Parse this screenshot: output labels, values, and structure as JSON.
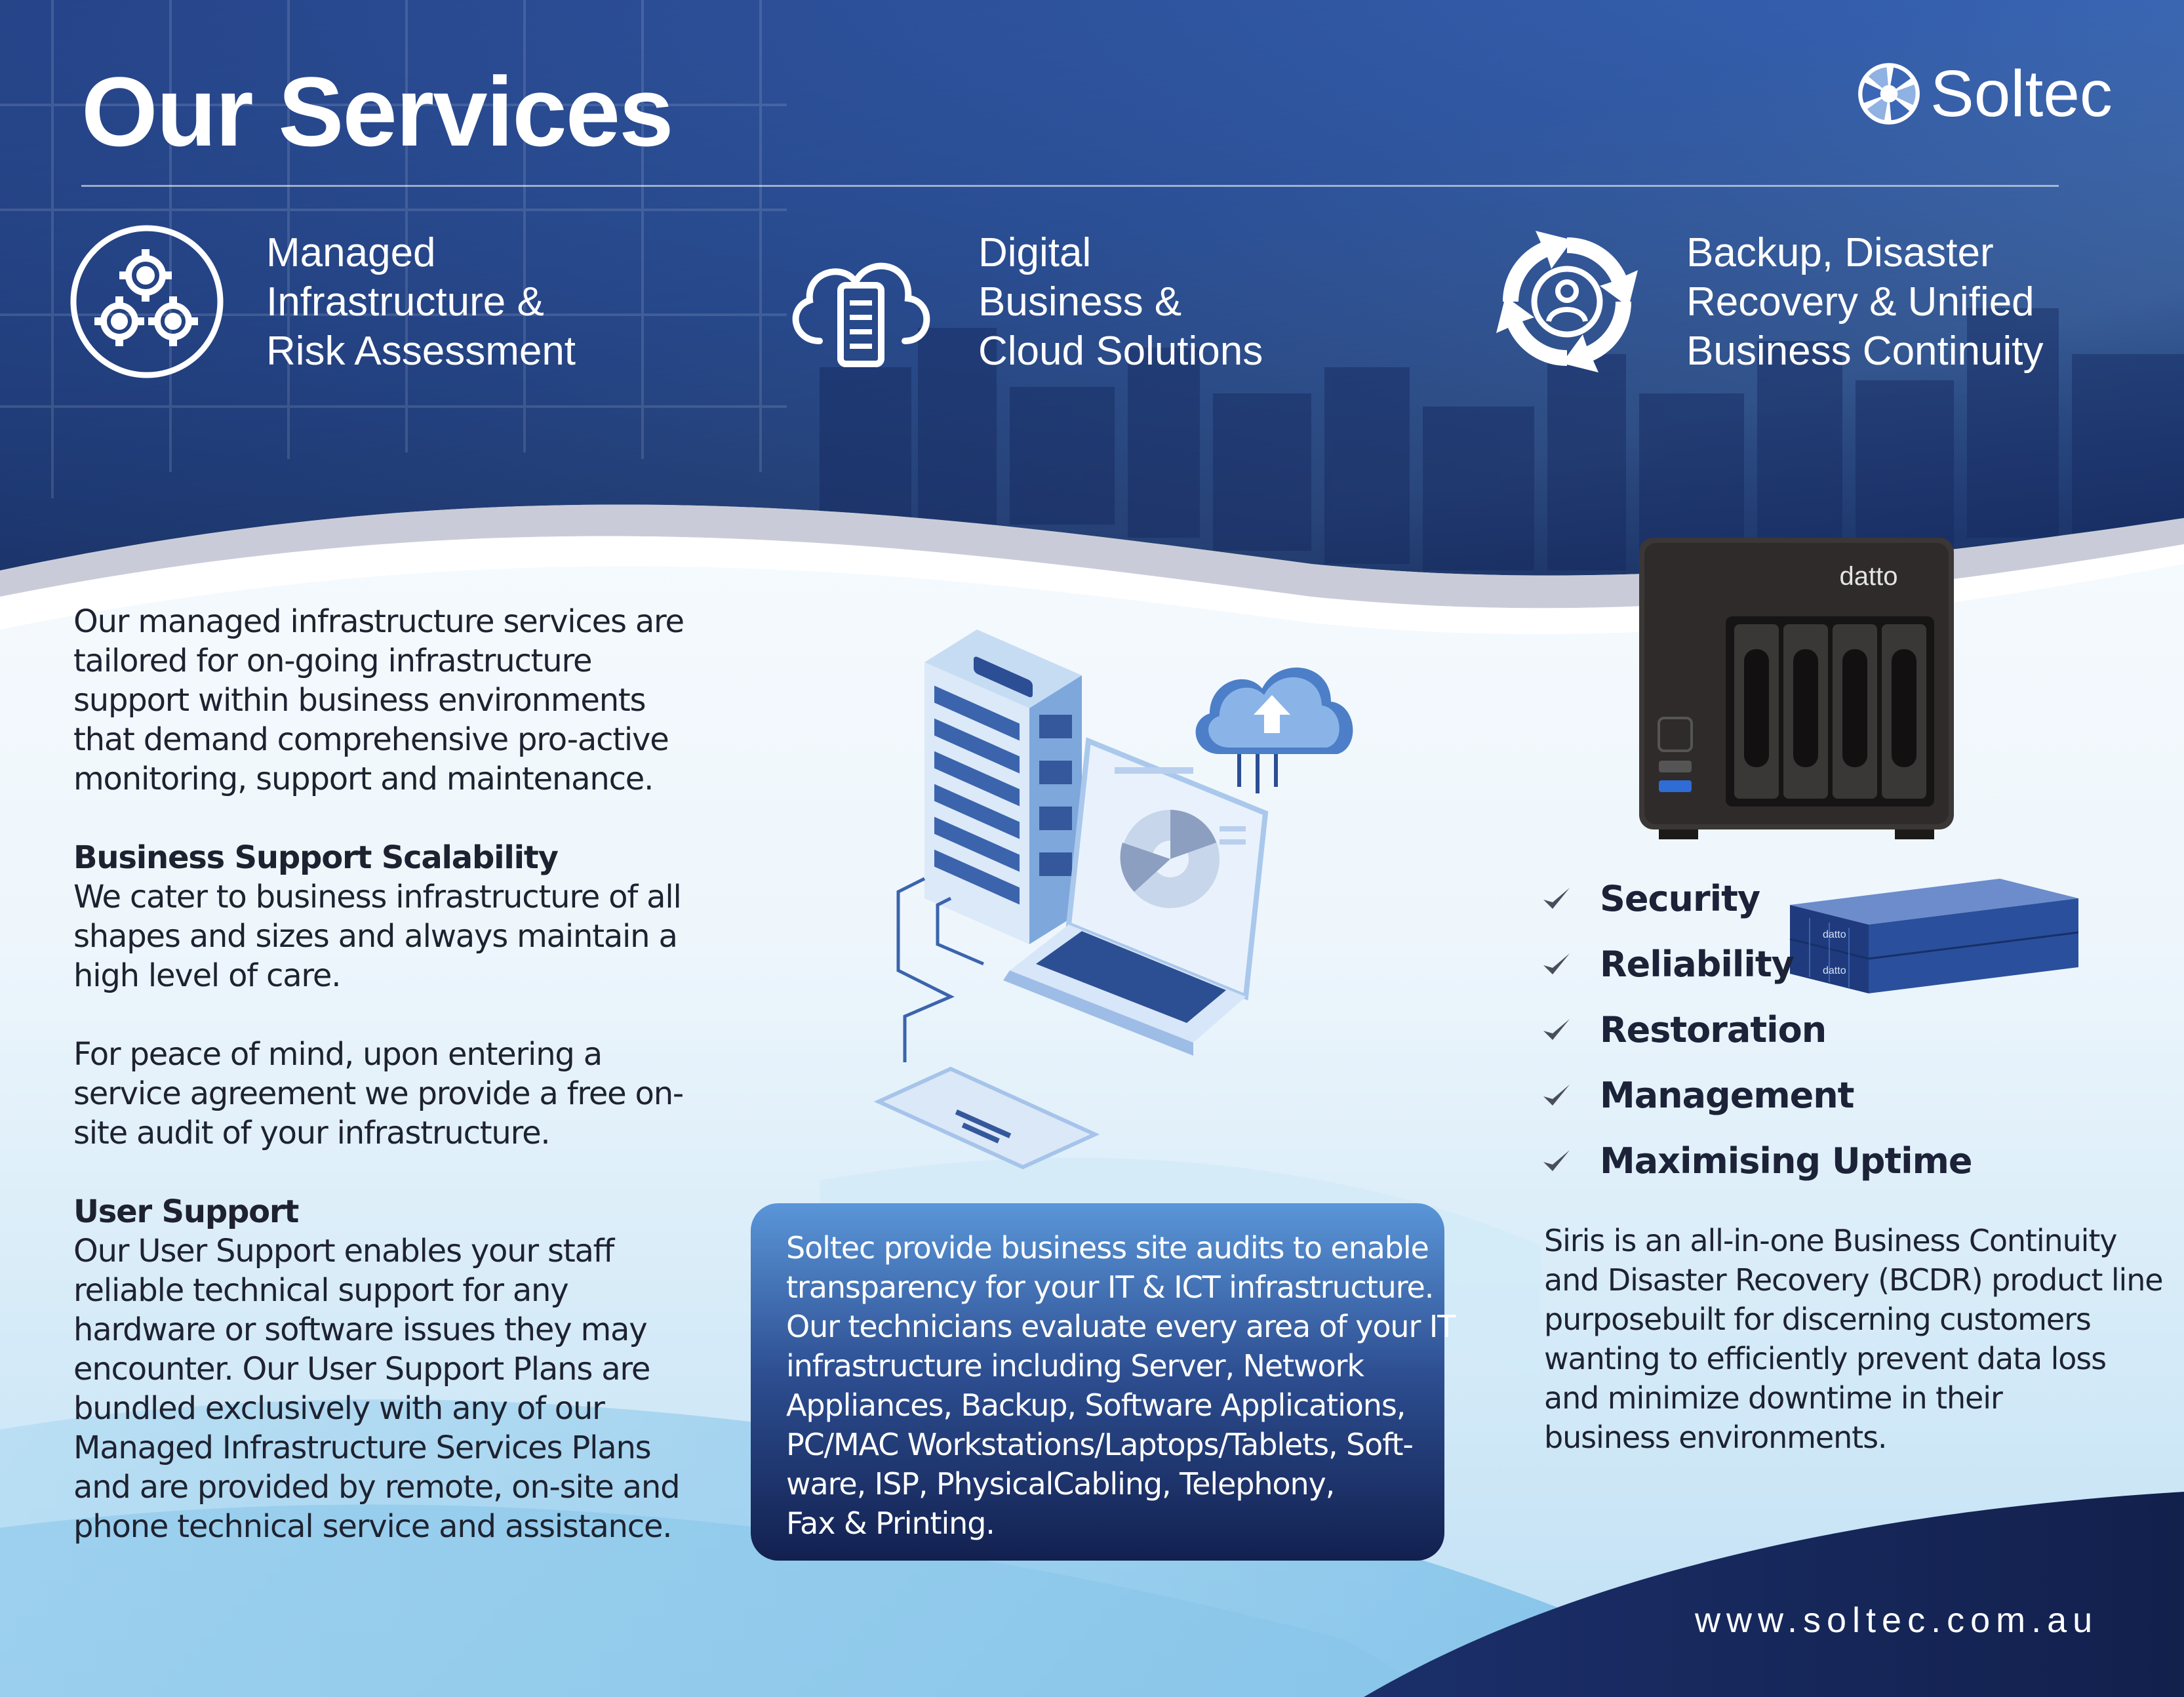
{
  "colors": {
    "header_dark": "#1a2f6b",
    "header_mid": "#3a66b8",
    "header_light": "#5d93d6",
    "box_top": "#5a96d8",
    "box_bottom": "#12204f",
    "navy": "#13204c",
    "text": "#1e2230",
    "white": "#ffffff"
  },
  "header": {
    "title": "Our Services",
    "logo_icon": "aperture-icon",
    "logo_text": "Soltec"
  },
  "services": [
    {
      "icon": "gears-icon",
      "lines": [
        "Managed",
        "Infrastructure &",
        "Risk Assessment"
      ]
    },
    {
      "icon": "cloud-server-icon",
      "lines": [
        "Digital",
        "Business &",
        "Cloud Solutions"
      ]
    },
    {
      "icon": "cycle-user-icon",
      "lines": [
        "Backup, Disaster",
        "Recovery & Unified",
        "Business Continuity"
      ]
    }
  ],
  "left": {
    "intro": "Our managed infrastructure services are tailored for on-going infrastructure support within business environments that demand comprehensive pro-active monitoring, support and maintenance.",
    "scalability_heading": "Business Support Scalability",
    "scalability_text": "We cater to business infrastructure of all shapes and sizes and always maintain a high level of care.",
    "audit_text": "For peace of mind, upon entering a service agreement we provide a free on-site audit of your infrastructure.",
    "user_support_heading": "User Support",
    "user_support_text": "Our User Support enables your staff reliable technical support for any hardware or software issues they may encounter. Our User Support Plans are bundled exclusively with any of our Managed Infrastructure Services Plans and are provided by remote, on-site and phone technical service and assistance."
  },
  "audit_box": {
    "lines": [
      "Soltec provide business site audits to enable",
      "transparency for your IT & ICT infrastructure.",
      "Our technicians evaluate every area of your IT",
      "infrastructure including Server, Network",
      "Appliances, Backup, Software Applications,",
      "PC/MAC Workstations/Laptops/Tablets, Soft-",
      "ware, ISP, PhysicalCabling, Telephony,",
      "Fax & Printing."
    ]
  },
  "devices": {
    "brand": "datto"
  },
  "features": [
    "Security",
    "Reliability",
    "Restoration",
    "Management",
    "Maximising Uptime"
  ],
  "siris": {
    "lines": [
      "Siris is an all-in-one Business Continuity",
      "and Disaster Recovery (BCDR) product line",
      "purposebuilt for discerning customers",
      "wanting to efficiently prevent data loss",
      "and minimize downtime in their",
      "business environments."
    ]
  },
  "footer": {
    "website": "www.soltec.com.au"
  }
}
